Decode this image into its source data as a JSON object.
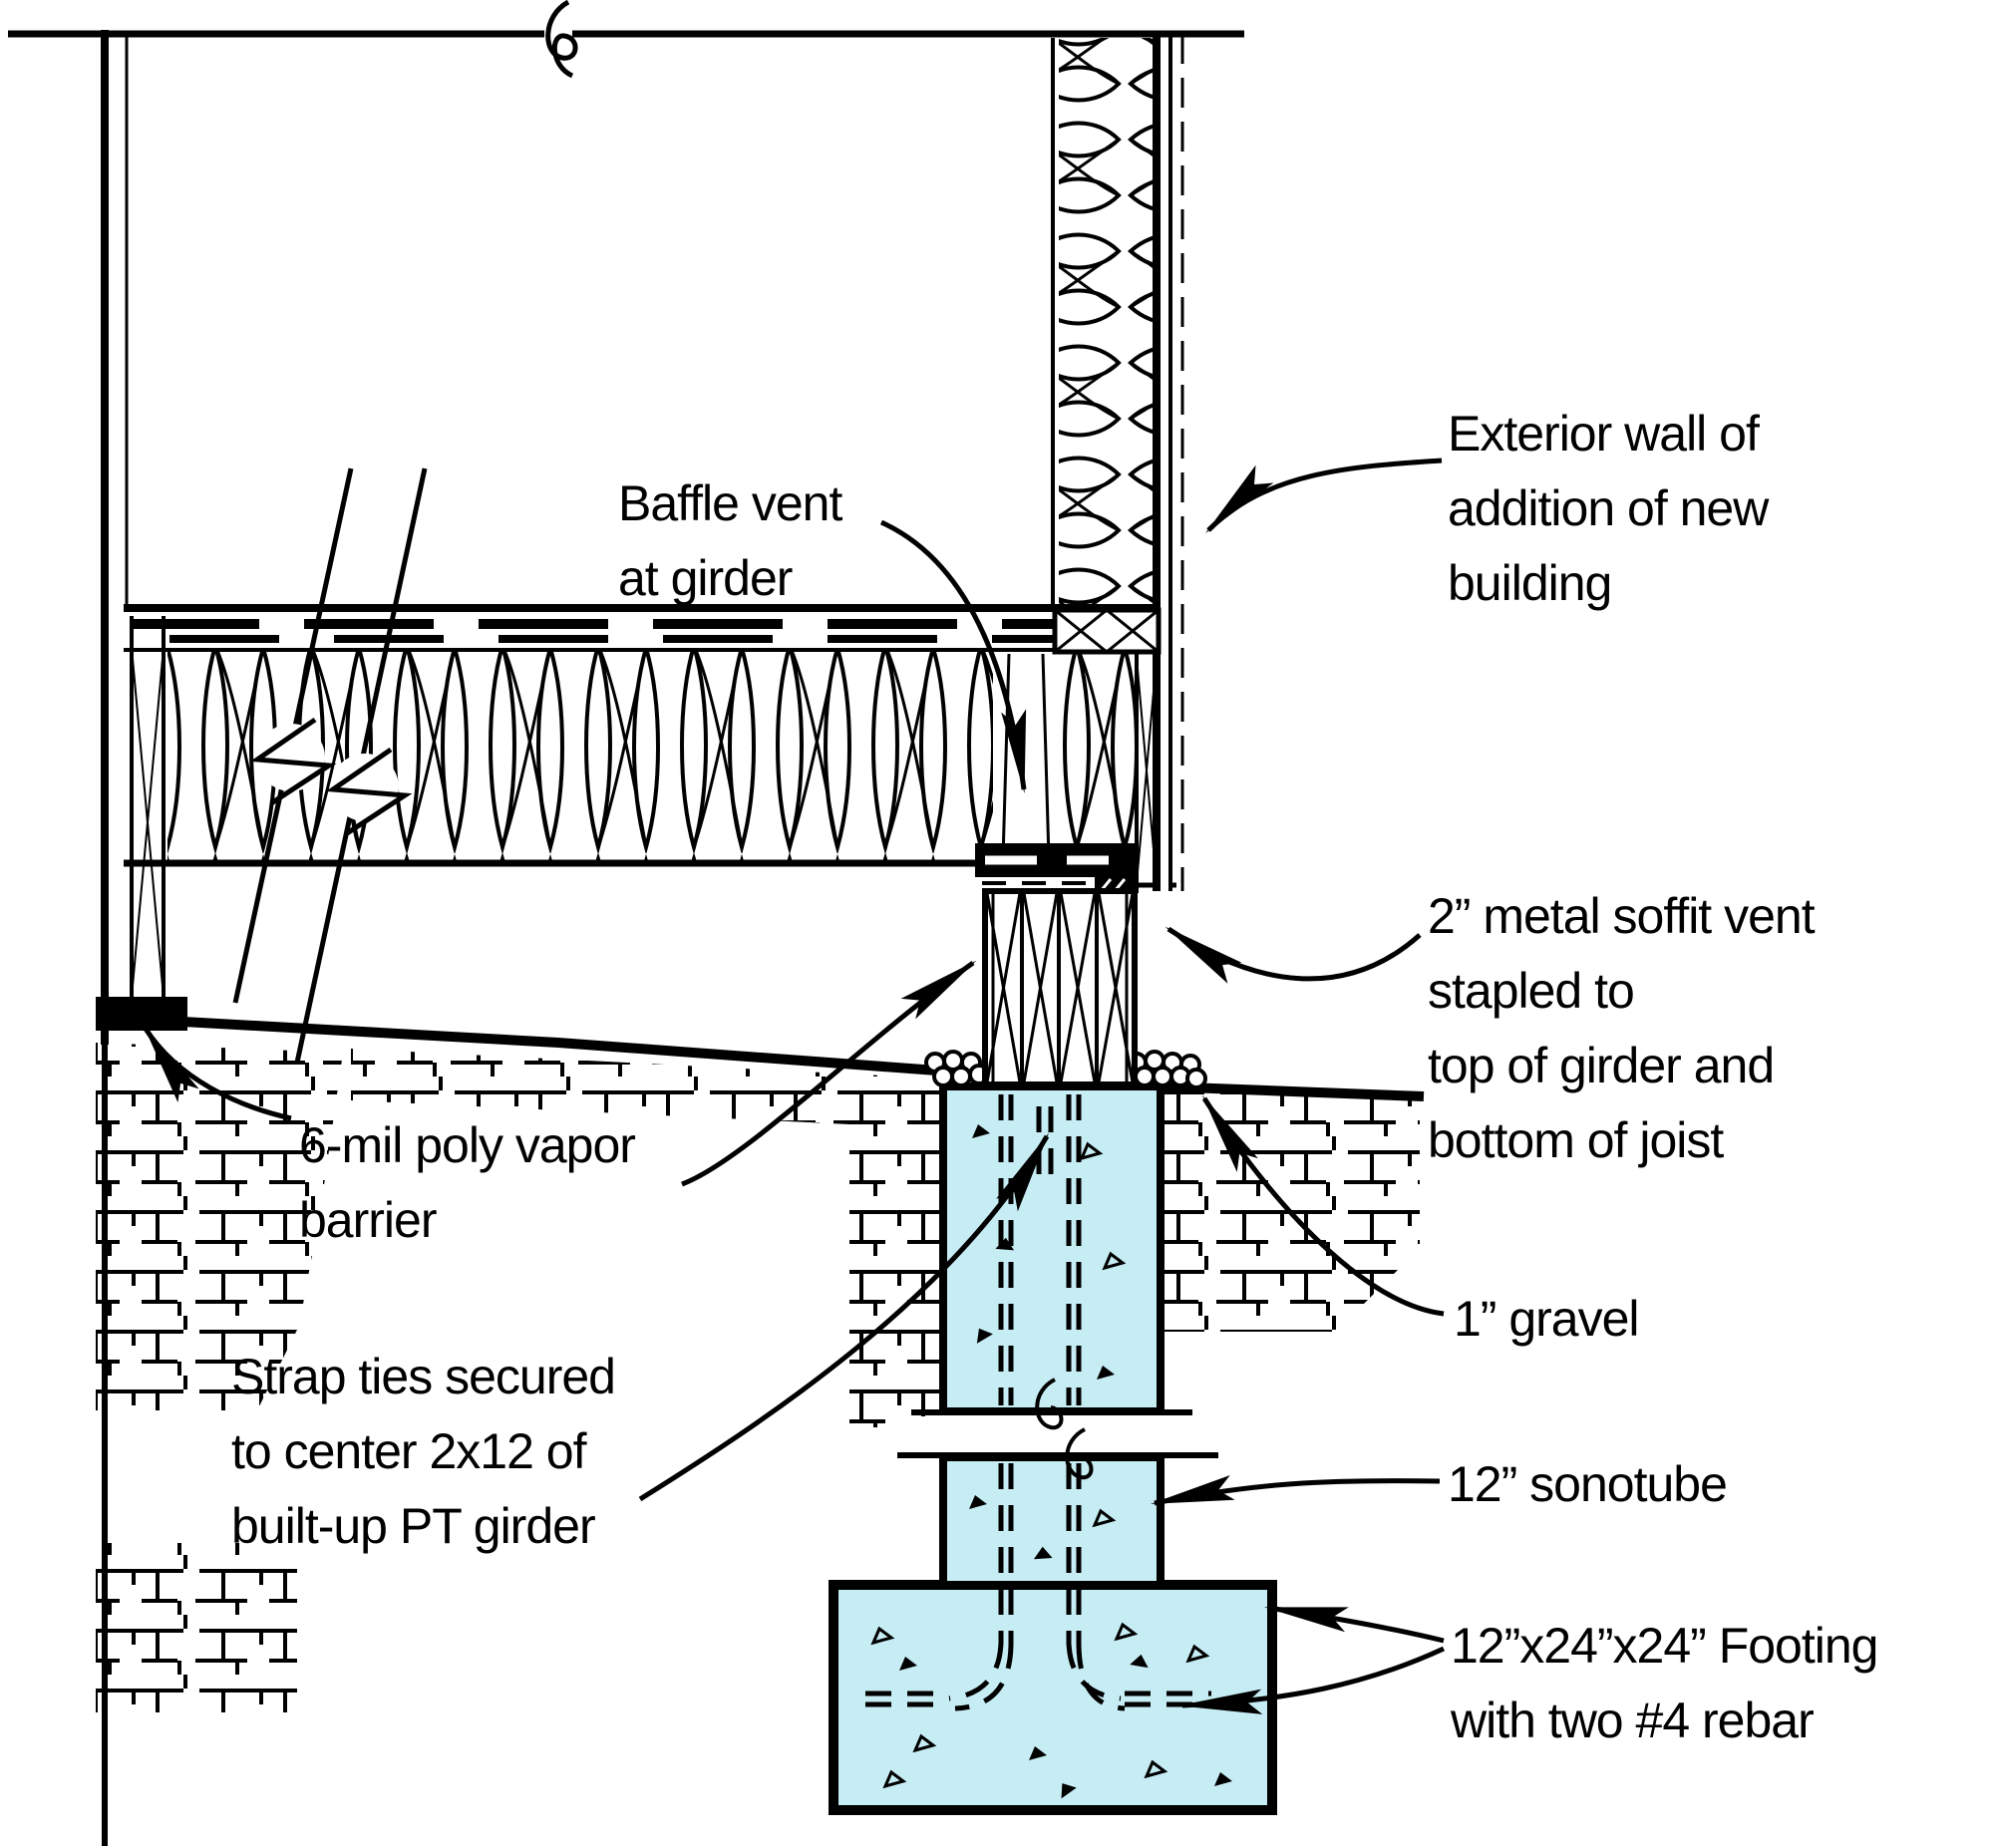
{
  "figure": {
    "type": "construction-section-detail",
    "description": "Section detail of an addition floor over a crawlspace bearing on a sonotube pier and footing"
  },
  "colors": {
    "line": "#000000",
    "concrete": "#c7edf4",
    "background": "#ffffff"
  },
  "labels": {
    "baffle_vent": {
      "text": "Baffle vent\nat girder"
    },
    "exterior_wall": {
      "text": "Exterior wall of\naddition of new\nbuilding"
    },
    "soffit_vent": {
      "text": "2” metal soffit vent\nstapled to\ntop of girder and\nbottom of joist"
    },
    "vapor_barrier": {
      "text": "6-mil poly vapor\nbarrier"
    },
    "strap_ties": {
      "text": "Strap ties secured\nto center 2x12 of\nbuilt-up PT girder"
    },
    "gravel": {
      "text": "1” gravel"
    },
    "sonotube": {
      "text": "12” sonotube"
    },
    "footing": {
      "text": "12”x24”x24” Footing\nwith two #4 rebar"
    }
  }
}
